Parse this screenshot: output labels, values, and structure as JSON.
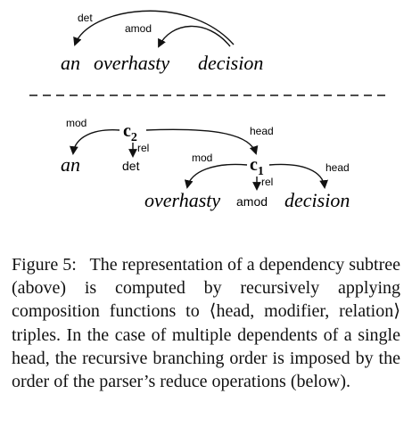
{
  "top_tree": {
    "words": [
      "an",
      "overhasty",
      "decision"
    ],
    "arc_labels": {
      "det": "det",
      "amod": "amod"
    }
  },
  "bottom_tree": {
    "c2": {
      "base": "c",
      "sub": "2"
    },
    "c1": {
      "base": "c",
      "sub": "1"
    },
    "labels": {
      "mod_left": "mod",
      "head_top": "head",
      "rel_c2": "rel",
      "det": "det",
      "mod_mid": "mod",
      "head_right": "head",
      "rel_c1": "rel",
      "amod": "amod"
    },
    "words": {
      "an": "an",
      "overhasty": "overhasty",
      "decision": "decision"
    }
  },
  "caption": {
    "label": "Figure 5:",
    "text": "The representation of a dependency subtree (above) is computed by recursively applying composition functions to ⟨head, modifier, relation⟩ triples. In the case of multiple dependents of a single head, the recursive branching order is imposed by the order of the parser’s reduce operations (below)."
  }
}
